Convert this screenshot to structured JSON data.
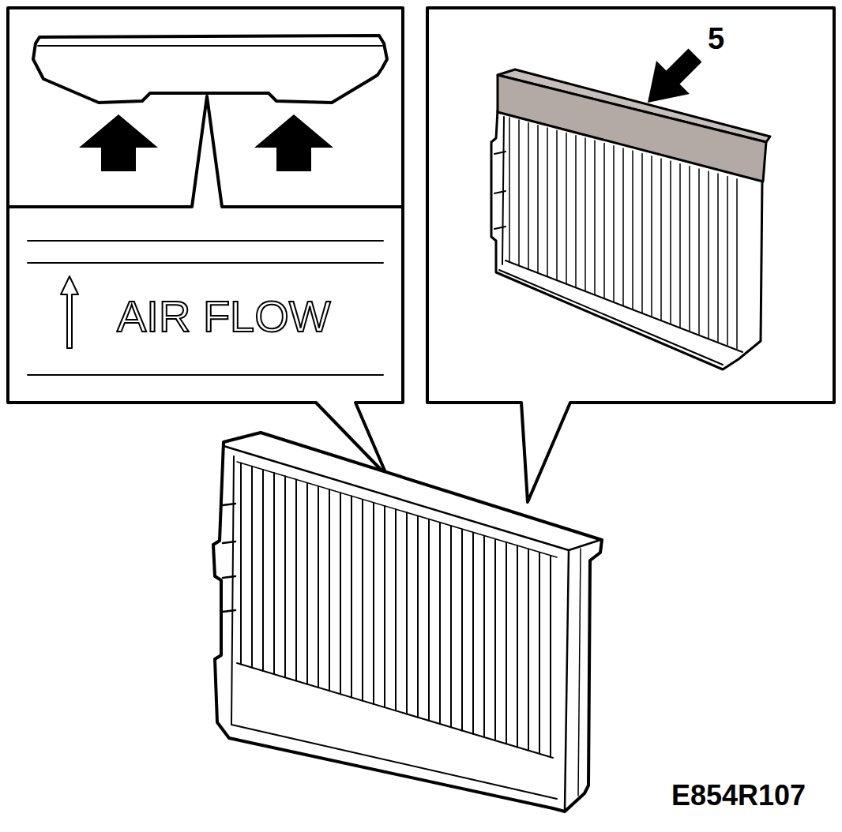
{
  "diagram": {
    "labels": [
      "AIR FLOW",
      "5",
      "E854R107"
    ]
  }
}
